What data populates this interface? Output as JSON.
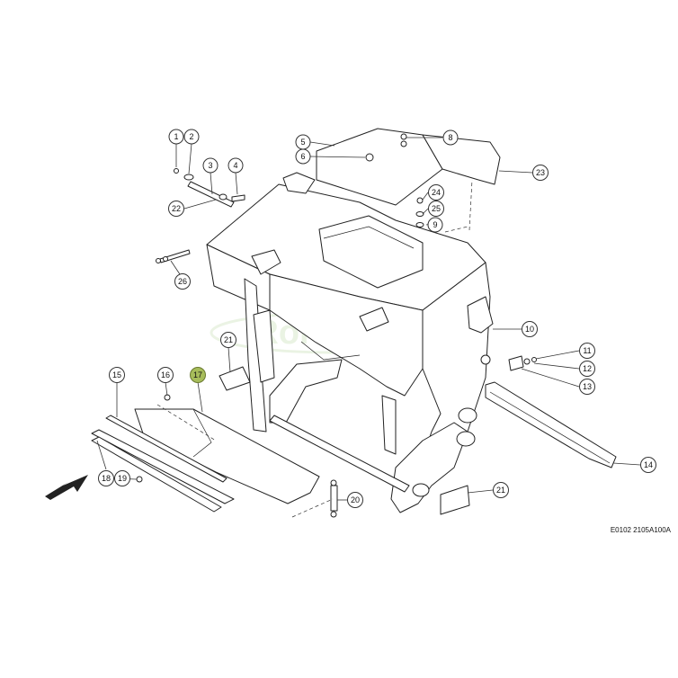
{
  "diagram": {
    "code": "E0102 2105A100A",
    "watermark_brand": "Rol-Trade",
    "highlight_color": "#a7bd5b",
    "callouts": [
      {
        "label": "1"
      },
      {
        "label": "2"
      },
      {
        "label": "3"
      },
      {
        "label": "4"
      },
      {
        "label": "5"
      },
      {
        "label": "6"
      },
      {
        "label": "8"
      },
      {
        "label": "9"
      },
      {
        "label": "10"
      },
      {
        "label": "11"
      },
      {
        "label": "12"
      },
      {
        "label": "13"
      },
      {
        "label": "14"
      },
      {
        "label": "15"
      },
      {
        "label": "16"
      },
      {
        "label": "17",
        "highlighted": true
      },
      {
        "label": "18"
      },
      {
        "label": "19"
      },
      {
        "label": "20"
      },
      {
        "label": "21"
      },
      {
        "label": "21"
      },
      {
        "label": "22"
      },
      {
        "label": "23"
      },
      {
        "label": "24"
      },
      {
        "label": "25"
      },
      {
        "label": "26"
      }
    ]
  }
}
